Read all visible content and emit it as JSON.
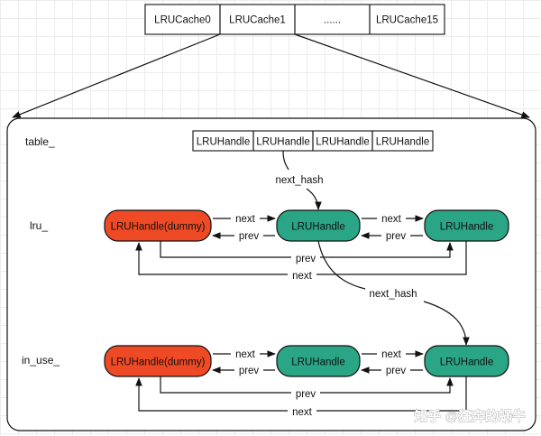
{
  "cache_array": {
    "cells": [
      "LRUCache0",
      "LRUCache1",
      "......",
      "LRUCache15"
    ]
  },
  "rows": {
    "table_label": "table_",
    "lru_label": "lru_",
    "in_use_label": "in_use_"
  },
  "table_cells": [
    "LRUHandle",
    "LRUHandle",
    "LRUHandle",
    "LRUHandle"
  ],
  "lru_nodes": [
    "LRUHandle(dummy)",
    "LRUHandle",
    "LRUHandle"
  ],
  "in_use_nodes": [
    "LRUHandle(dummy)",
    "LRUHandle",
    "LRUHandle"
  ],
  "edge_labels": {
    "next": "next",
    "prev": "prev",
    "next_hash": "next_hash"
  },
  "colors": {
    "dummy_node": "#ee4a26",
    "handle_node": "#2aa585"
  },
  "watermark": "知乎 @狂奔的蜗牛"
}
